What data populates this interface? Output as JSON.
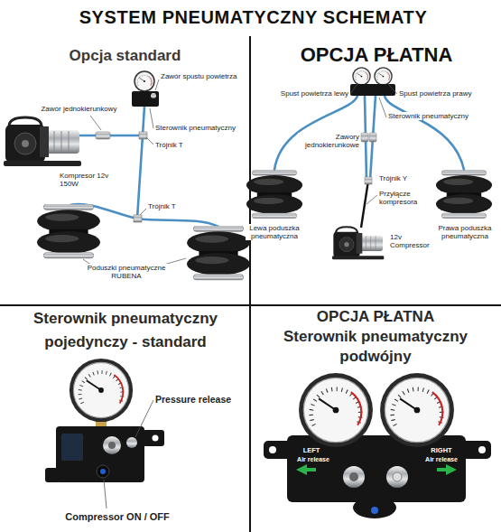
{
  "diagram": {
    "title": "SYSTEM PNEUMATYCZNY SCHEMATY",
    "nodes": [
      {
        "text": [
          "Opcja standard"
        ]
      },
      {
        "text": [
          "OPCJA PŁATNA"
        ]
      },
      {
        "text": [
          "Sterownik pneumatyczny pojedynczy - standard"
        ]
      },
      {
        "text": [
          "OPCJA PŁATNA",
          "Sterownik pneumatyczny podwójny"
        ]
      }
    ],
    "labels": [
      "Zawór spustu powietrza",
      "Zawór jednokierunkowy",
      "Sterownik pneumatyczny",
      "Trójnik T",
      "Kompresor 12v 150W",
      "Trójnik T",
      "Poduszki pneumatyczne RUBENA",
      "Spust powietrza lewy",
      "Spust powietrza prawy",
      "Sterownik pneumatyczny",
      "Zawory jednokierunkowe",
      "Trójnik Y",
      "Przyłącze kompresora",
      "Lewa poduszka pneumatyczna",
      "12v Compressor",
      "Prawa poduszka pneumatyczna",
      "Pressure release",
      "LEFT",
      "Air release",
      "RIGHT",
      "Air release",
      "Compressor ON / OFF"
    ]
  }
}
